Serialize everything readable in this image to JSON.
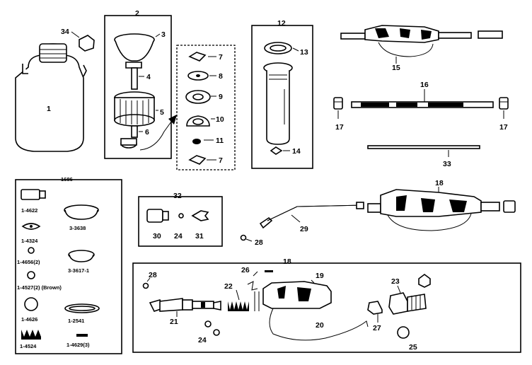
{
  "groups": {
    "g2": "2",
    "g12": "12",
    "g32": "32",
    "g18": "18",
    "kit": "1686"
  },
  "labels": {
    "l1": "1",
    "l3": "3",
    "l4": "4",
    "l5": "5",
    "l6": "6",
    "l7a": "7",
    "l8": "8",
    "l9": "9",
    "l10": "10",
    "l11": "11",
    "l7b": "7",
    "l13": "13",
    "l14": "14",
    "l15": "15",
    "l16": "16",
    "l17a": "17",
    "l17b": "17",
    "l18": "18",
    "l19": "19",
    "l20": "20",
    "l21": "21",
    "l22": "22",
    "l23": "23",
    "l24a": "24",
    "l24b": "24",
    "l25": "25",
    "l26a": "26",
    "l26b": "26",
    "l27": "27",
    "l28a": "28",
    "l28b": "28",
    "l29": "29",
    "l30": "30",
    "l31": "31",
    "l33": "33",
    "l34": "34"
  },
  "kit_items": {
    "k1": "1-4622",
    "k2": "3-3638",
    "k3": "1-4324",
    "k4": "1-4656(2)",
    "k5": "3-3617-1",
    "k6": "1-4527(2) (Brown)",
    "k7": "1-4626",
    "k8": "1-2541",
    "k9": "1-4524",
    "k10": "1-4629(3)"
  }
}
